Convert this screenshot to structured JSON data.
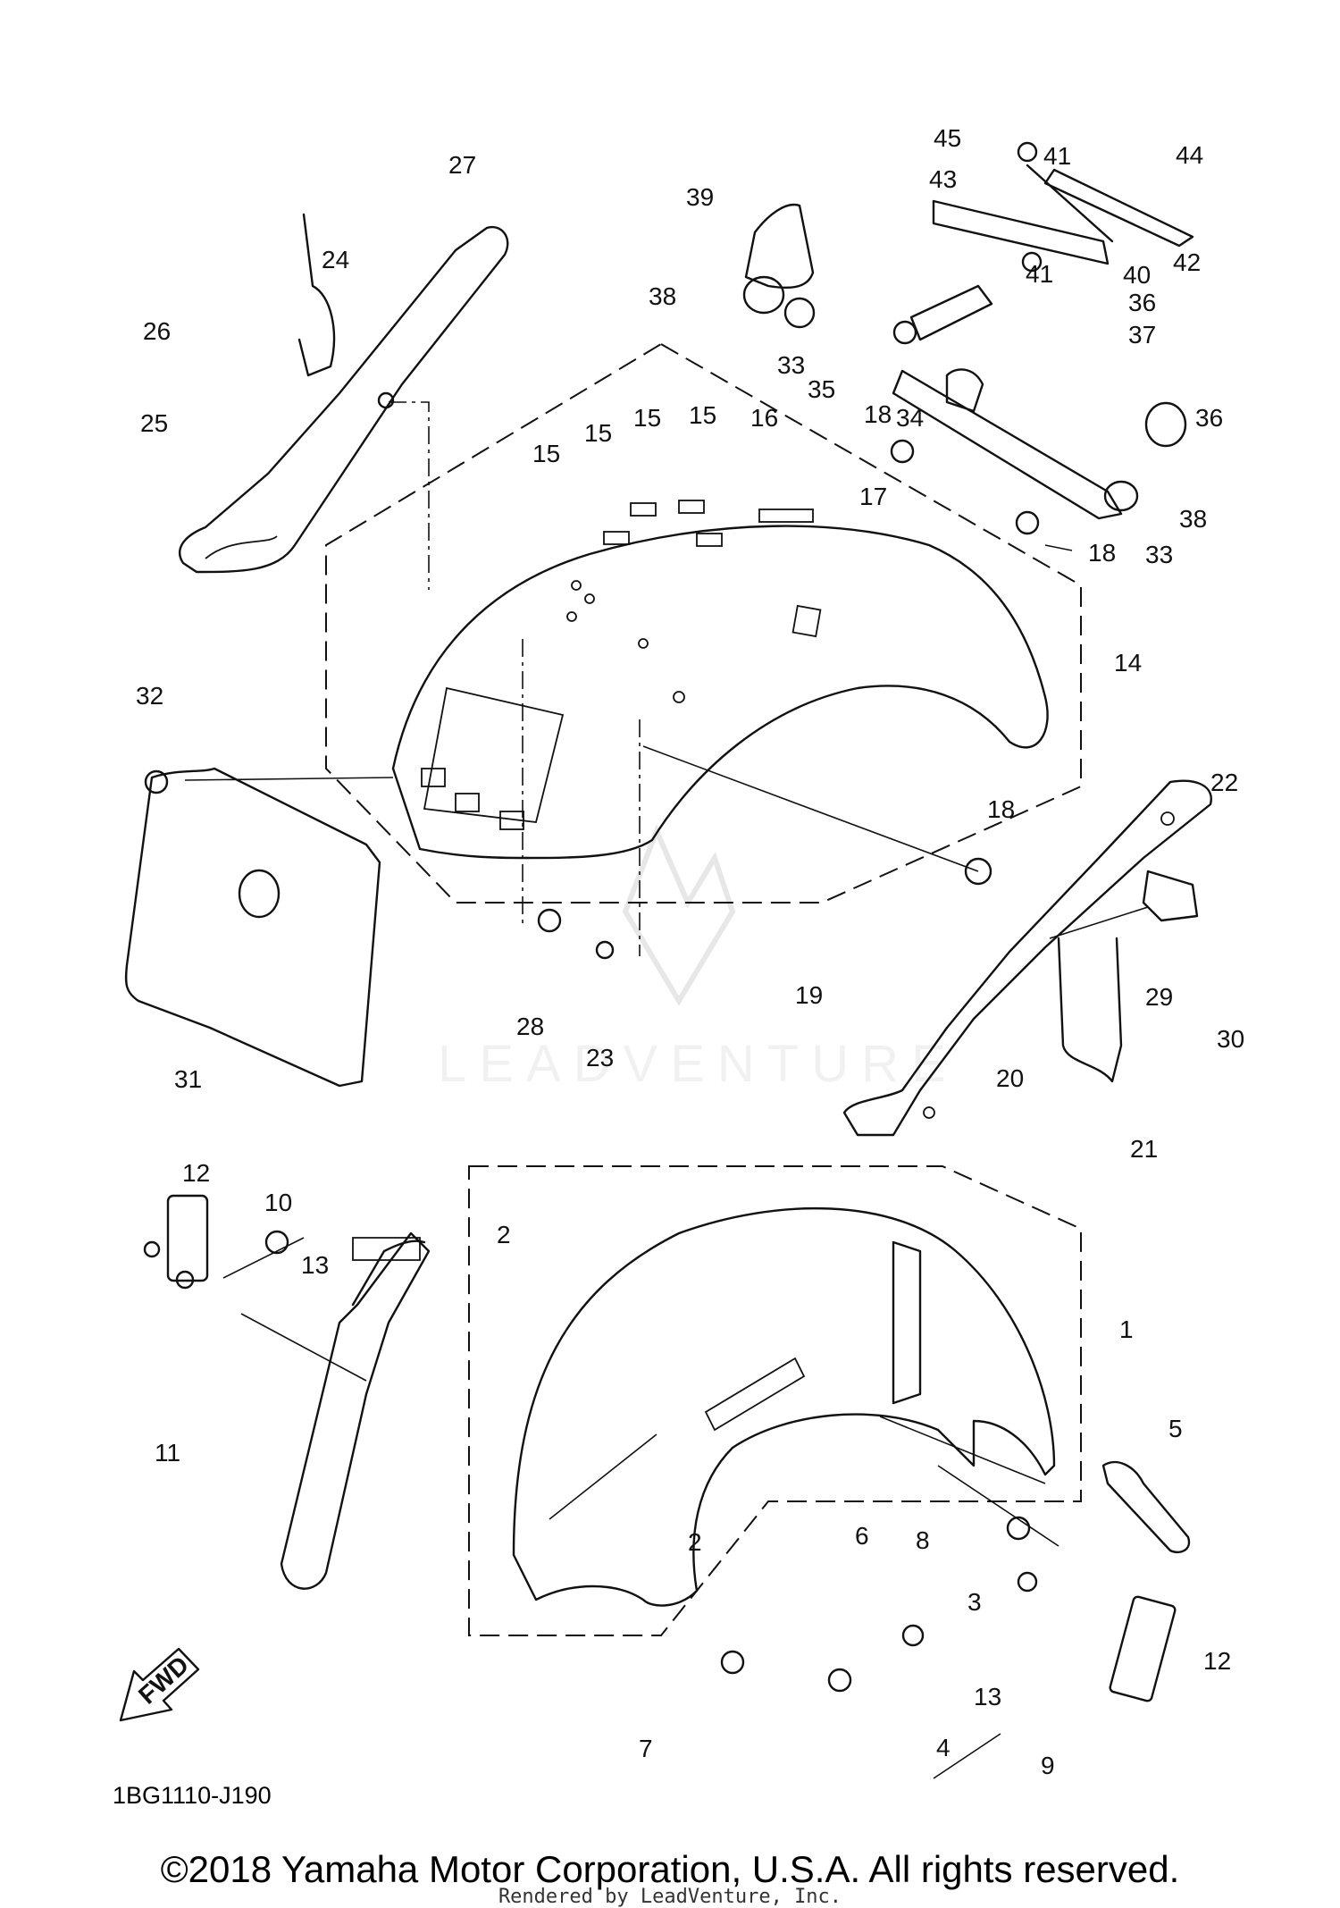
{
  "diagram": {
    "code": "1BG1110-J190",
    "fwd_label": "FWD",
    "watermark": "LEADVENTURE",
    "copyright": "©2018 Yamaha Motor Corporation, U.S.A. All rights reserved.",
    "rendered_by": "Rendered by LeadVenture, Inc."
  },
  "callouts": [
    "1",
    "2",
    "2",
    "3",
    "4",
    "5",
    "6",
    "7",
    "8",
    "9",
    "10",
    "11",
    "12",
    "12",
    "13",
    "13",
    "14",
    "15",
    "15",
    "15",
    "15",
    "16",
    "17",
    "18",
    "18",
    "18",
    "19",
    "20",
    "21",
    "22",
    "23",
    "24",
    "25",
    "26",
    "27",
    "28",
    "29",
    "30",
    "31",
    "32",
    "33",
    "33",
    "34",
    "35",
    "36",
    "36",
    "37",
    "38",
    "38",
    "39",
    "40",
    "41",
    "41",
    "42",
    "43",
    "44",
    "45"
  ]
}
